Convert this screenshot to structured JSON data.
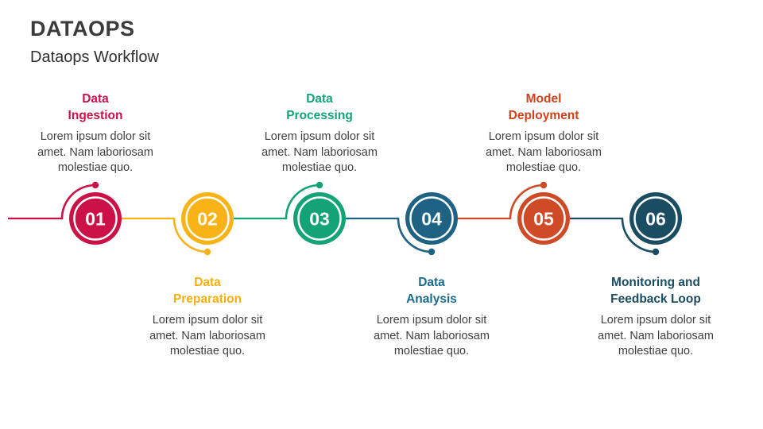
{
  "slide": {
    "title": "DATAOPS",
    "subtitle": "Dataops Workflow",
    "title_color": "#3B3B3B",
    "subtitle_color": "#303030",
    "background_color": "#FFFFFF",
    "body_text_color": "#3F3F3F"
  },
  "steps": [
    {
      "number": "01",
      "title": "Data\nIngestion",
      "description": "Lorem ipsum dolor sit\namet. Nam laboriosam\nmolestiae quo.",
      "color": "#CC1146",
      "title_color": "#CC1146",
      "label_position": "top"
    },
    {
      "number": "02",
      "title": "Data\nPreparation",
      "description": "Lorem ipsum dolor sit\namet. Nam laboriosam\nmolestiae quo.",
      "color": "#FAB316",
      "title_color": "#F8AF0D",
      "label_position": "bottom"
    },
    {
      "number": "03",
      "title": "Data\nProcessing",
      "description": "Lorem ipsum dolor sit\namet. Nam laboriosam\nmolestiae quo.",
      "color": "#14A377",
      "title_color": "#14A377",
      "label_position": "top"
    },
    {
      "number": "04",
      "title": "Data\nAnalysis",
      "description": "Lorem ipsum dolor sit\namet. Nam laboriosam\nmolestiae quo.",
      "color": "#1E6383",
      "title_color": "#1C6B8E",
      "label_position": "bottom"
    },
    {
      "number": "05",
      "title": "Model\nDeployment",
      "description": "Lorem ipsum dolor sit\namet. Nam laboriosam\nmolestiae quo.",
      "color": "#CF4B27",
      "title_color": "#D0421B",
      "label_position": "top"
    },
    {
      "number": "06",
      "title": "Monitoring and\nFeedback Loop",
      "description": "Lorem ipsum dolor sit\namet. Nam laboriosam\nmolestiae quo.",
      "color": "#1A4D62",
      "title_color": "#1A4D62",
      "label_position": "bottom"
    }
  ]
}
